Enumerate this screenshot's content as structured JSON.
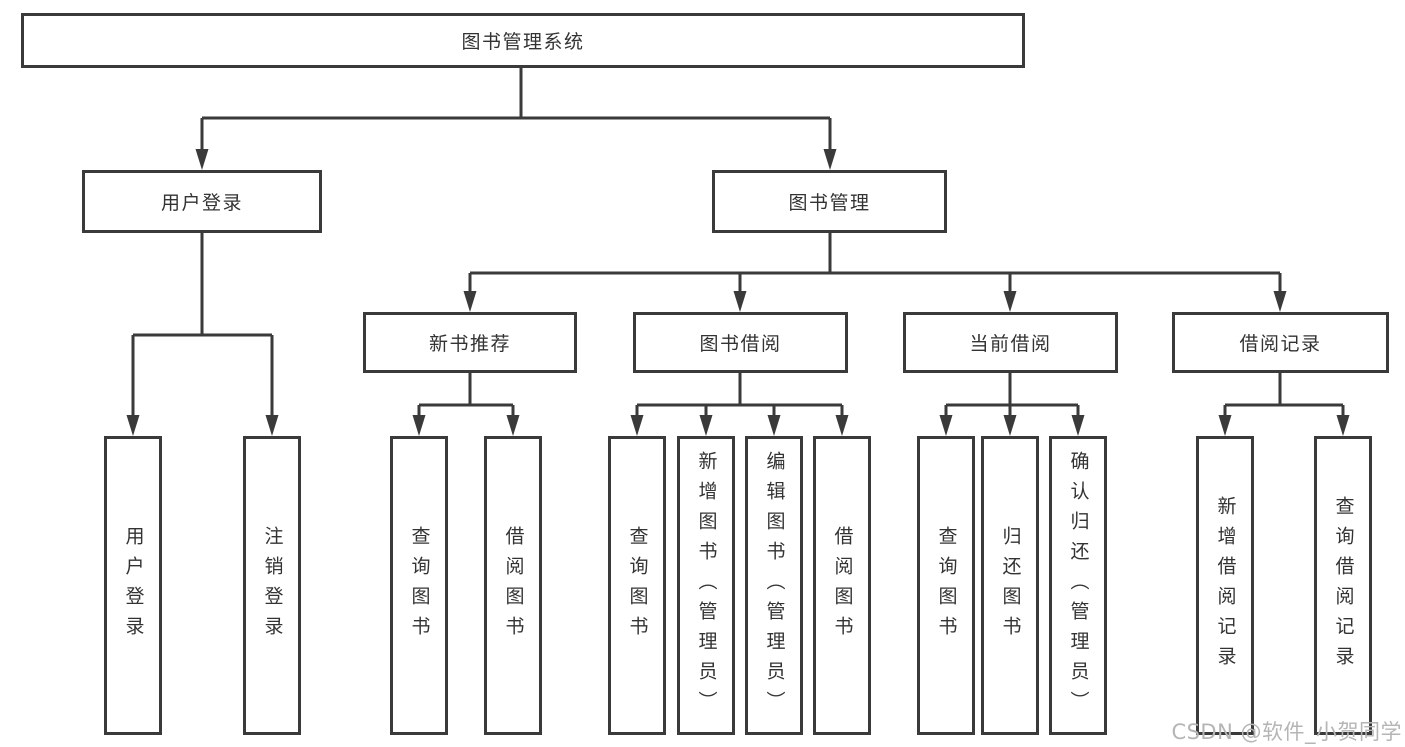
{
  "tree": {
    "root": {
      "label": "图书管理系统"
    },
    "level2": [
      {
        "label": "用户登录",
        "children": [
          "用户登录",
          "注销登录"
        ]
      },
      {
        "label": "图书管理"
      }
    ],
    "level3": [
      {
        "label": "新书推荐",
        "children": [
          "查询图书",
          "借阅图书"
        ]
      },
      {
        "label": "图书借阅",
        "children": [
          "查询图书",
          "新增图书（管理员）",
          "编辑图书（管理员）",
          "借阅图书"
        ]
      },
      {
        "label": "当前借阅",
        "children": [
          "查询图书",
          "归还图书",
          "确认归还（管理员）"
        ]
      },
      {
        "label": "借阅记录",
        "children": [
          "新增借阅记录",
          "查询借阅记录"
        ]
      }
    ],
    "watermark": "CSDN @软件_小贺同学"
  },
  "colors": {
    "line": "#3a3a3a",
    "text": "#333333",
    "watermark": "#b5b5b5",
    "background": "#ffffff"
  }
}
